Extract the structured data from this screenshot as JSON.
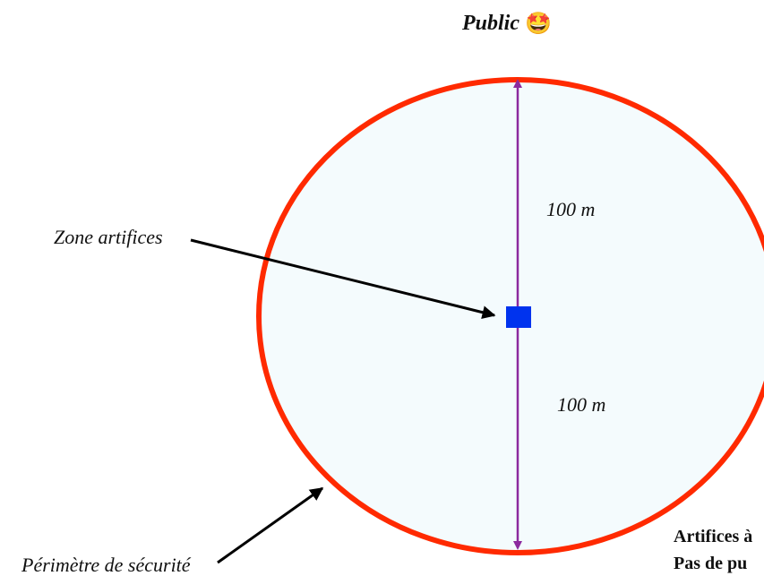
{
  "title": {
    "text": "Public",
    "emoji": "🤩"
  },
  "labels": {
    "distance_top": "100 m",
    "distance_bottom": "100 m",
    "zone": "Zone artifices",
    "perimeter": "Périmètre de sécurité"
  },
  "notes": {
    "line1": "Artifices à",
    "line2": "Pas de pu"
  },
  "colors": {
    "perimeter_stroke": "#ff2a00",
    "perimeter_fill": "#f4fbfd",
    "radius_arrow": "#8c2a9e",
    "zone_square": "#0033ee",
    "pointer_arrow": "#000000"
  }
}
